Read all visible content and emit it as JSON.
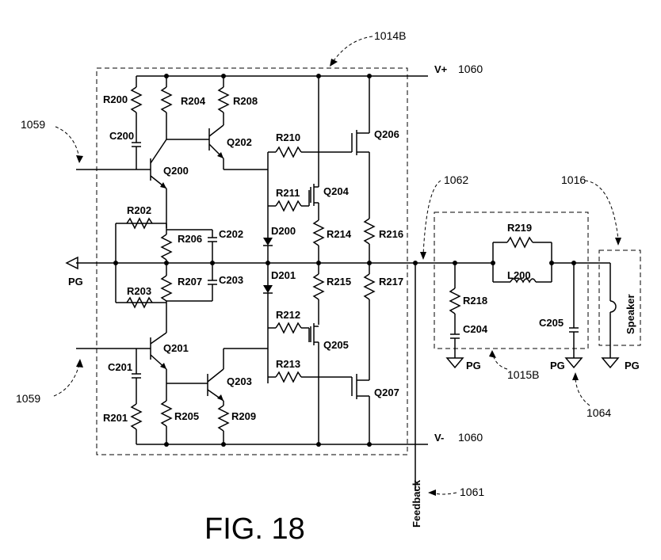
{
  "figure": {
    "title": "FIG. 18",
    "refs": {
      "amp_block": "1014B",
      "filter_block": "1015B",
      "speaker_block": "1016",
      "input_top": "1059",
      "input_bottom": "1059",
      "supply_pos": "1060",
      "supply_neg": "1060",
      "feedback": "1061",
      "output_node": "1062",
      "ground_ref": "1064"
    },
    "rails": {
      "positive": "V+",
      "negative": "V-"
    },
    "labels": {
      "r200": "R200",
      "r201": "R201",
      "r202": "R202",
      "r203": "R203",
      "r204": "R204",
      "r205": "R205",
      "r206": "R206",
      "r207": "R207",
      "r208": "R208",
      "r209": "R209",
      "r210": "R210",
      "r211": "R211",
      "r212": "R212",
      "r213": "R213",
      "r214": "R214",
      "r215": "R215",
      "r216": "R216",
      "r217": "R217",
      "r218": "R218",
      "r219": "R219",
      "c200": "C200",
      "c201": "C201",
      "c202": "C202",
      "c203": "C203",
      "c204": "C204",
      "c205": "C205",
      "q200": "Q200",
      "q201": "Q201",
      "q202": "Q202",
      "q203": "Q203",
      "q204": "Q204",
      "q205": "Q205",
      "q206": "Q206",
      "q207": "Q207",
      "d200": "D200",
      "d201": "D201",
      "l200": "L200",
      "pg_left": "PG",
      "pg_c204": "PG",
      "pg_c205": "PG",
      "pg_speaker": "PG",
      "feedback": "Feedback",
      "speaker": "Speaker"
    }
  }
}
